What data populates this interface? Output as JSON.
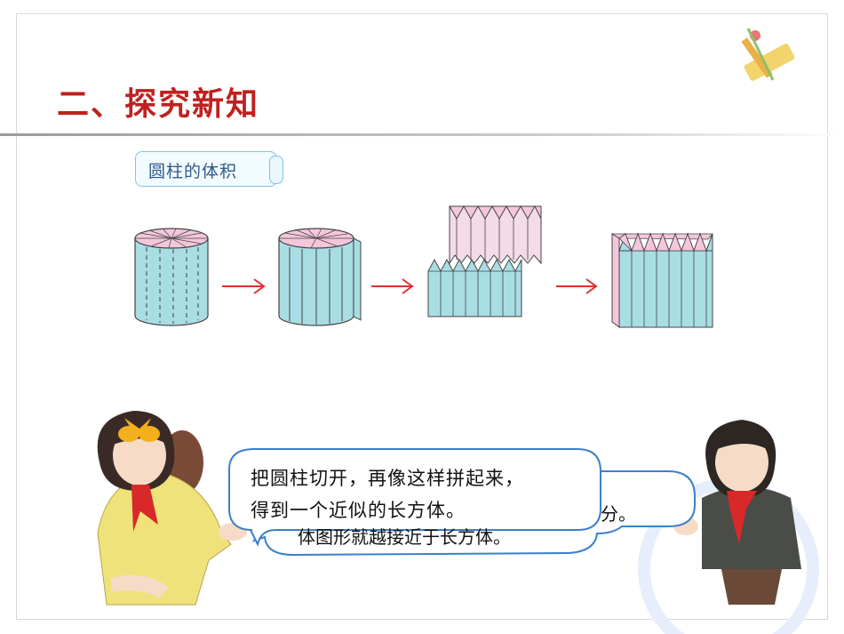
{
  "heading": "二、探究新知",
  "section_label": "圆柱的体积",
  "speech": {
    "main_line1": "把圆柱切开，再像这样拼起来，",
    "main_line2": "得到一个近似的长方体。",
    "behind_fragment1": "分。",
    "behind_fragment2": "体图形就越接近于长方体。"
  },
  "icons": {
    "arrows": "right-arrow-icon",
    "corner": "compass-ruler-icon"
  },
  "colors": {
    "heading": "#c0201f",
    "cylinder_side": "#a9dde4",
    "cylinder_top": "#f4c6dc",
    "arrow": "#e03030",
    "bubble_border": "#3d7fc9"
  }
}
